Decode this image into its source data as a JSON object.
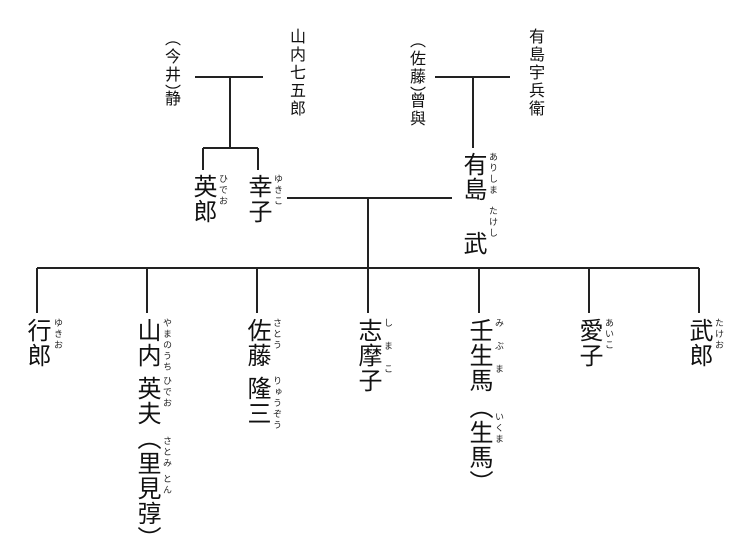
{
  "top": {
    "yamanouchi_father": "山内七五郎",
    "yamanouchi_mother_maiden": "（今井）",
    "yamanouchi_mother": "静",
    "arishima_father": "有島宇兵衛",
    "arishima_mother_maiden": "（佐藤）",
    "arishima_mother": "曾與"
  },
  "middle": {
    "eiro": {
      "name": "英郎",
      "ruby": "ひでお"
    },
    "sachiko": {
      "name": "幸子",
      "ruby": "ゆきこ"
    },
    "takeshi": {
      "name": "有島 武",
      "ruby1": "ありしま",
      "ruby2": "たけし"
    }
  },
  "children": [
    {
      "name": "行郎",
      "ruby": "ゆきお"
    },
    {
      "name1": "山内",
      "name2": "英夫（里見弴）",
      "ruby1": "やまのうち",
      "ruby2": "ひでお",
      "ruby3": "さとみ",
      "ruby4": "とん"
    },
    {
      "name1": "佐藤",
      "name2": "隆三",
      "ruby1": "さとう",
      "ruby2": "りゅうぞう"
    },
    {
      "name": "志摩子",
      "ruby": "し ま こ"
    },
    {
      "name1": "壬生馬",
      "name2": "（生馬）",
      "ruby1": "み ぶ ま",
      "ruby2": "いくま"
    },
    {
      "name": "愛子",
      "ruby": "あいこ"
    },
    {
      "name": "武郎",
      "ruby": "たけお"
    }
  ]
}
